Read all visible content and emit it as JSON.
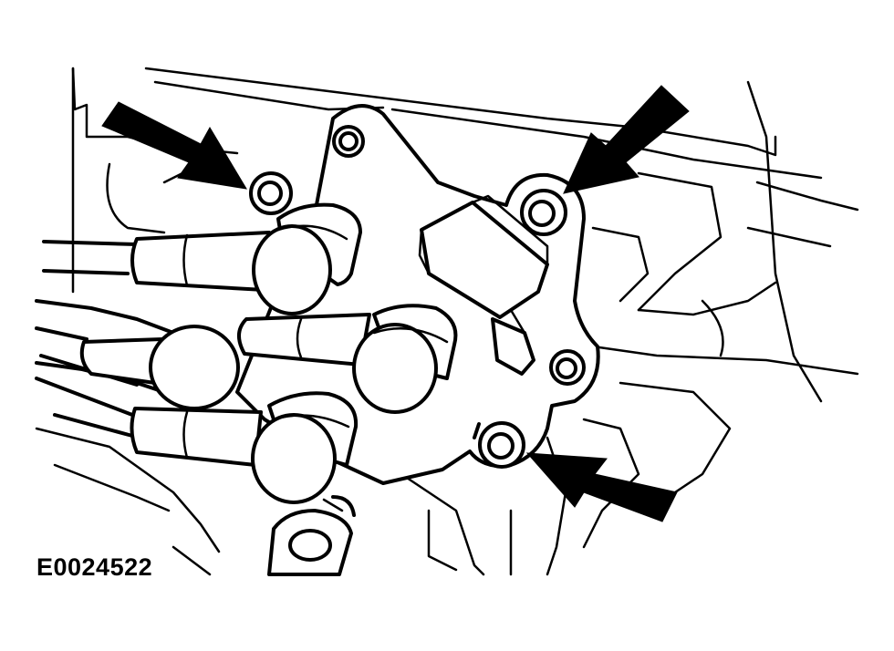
{
  "figure": {
    "code": "E0024522",
    "subject": "ignition-coil-pack-with-spark-plug-leads",
    "callouts": [
      {
        "id": "bolt-upper-left",
        "points_to": "mounting-bolt"
      },
      {
        "id": "bolt-upper-right",
        "points_to": "mounting-bolt"
      },
      {
        "id": "bolt-lower-right",
        "points_to": "mounting-bolt"
      }
    ],
    "colors": {
      "line": "#000000",
      "background": "#ffffff"
    }
  }
}
